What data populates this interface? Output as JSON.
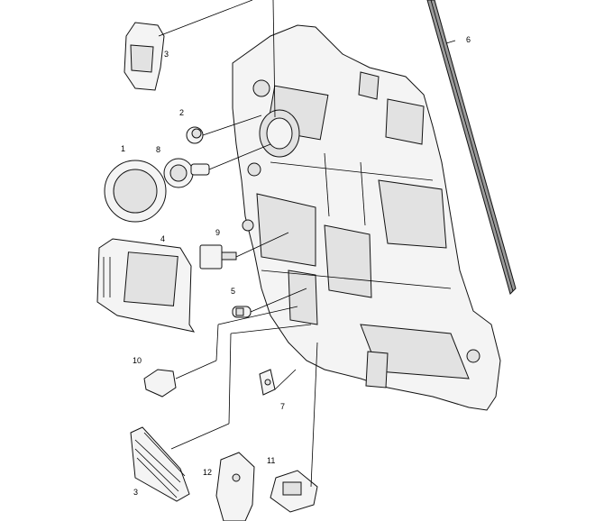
{
  "diagram": {
    "callouts": [
      "1",
      "2",
      "3",
      "4",
      "5",
      "6",
      "7",
      "8",
      "9",
      "10",
      "11",
      "12",
      "3"
    ]
  }
}
